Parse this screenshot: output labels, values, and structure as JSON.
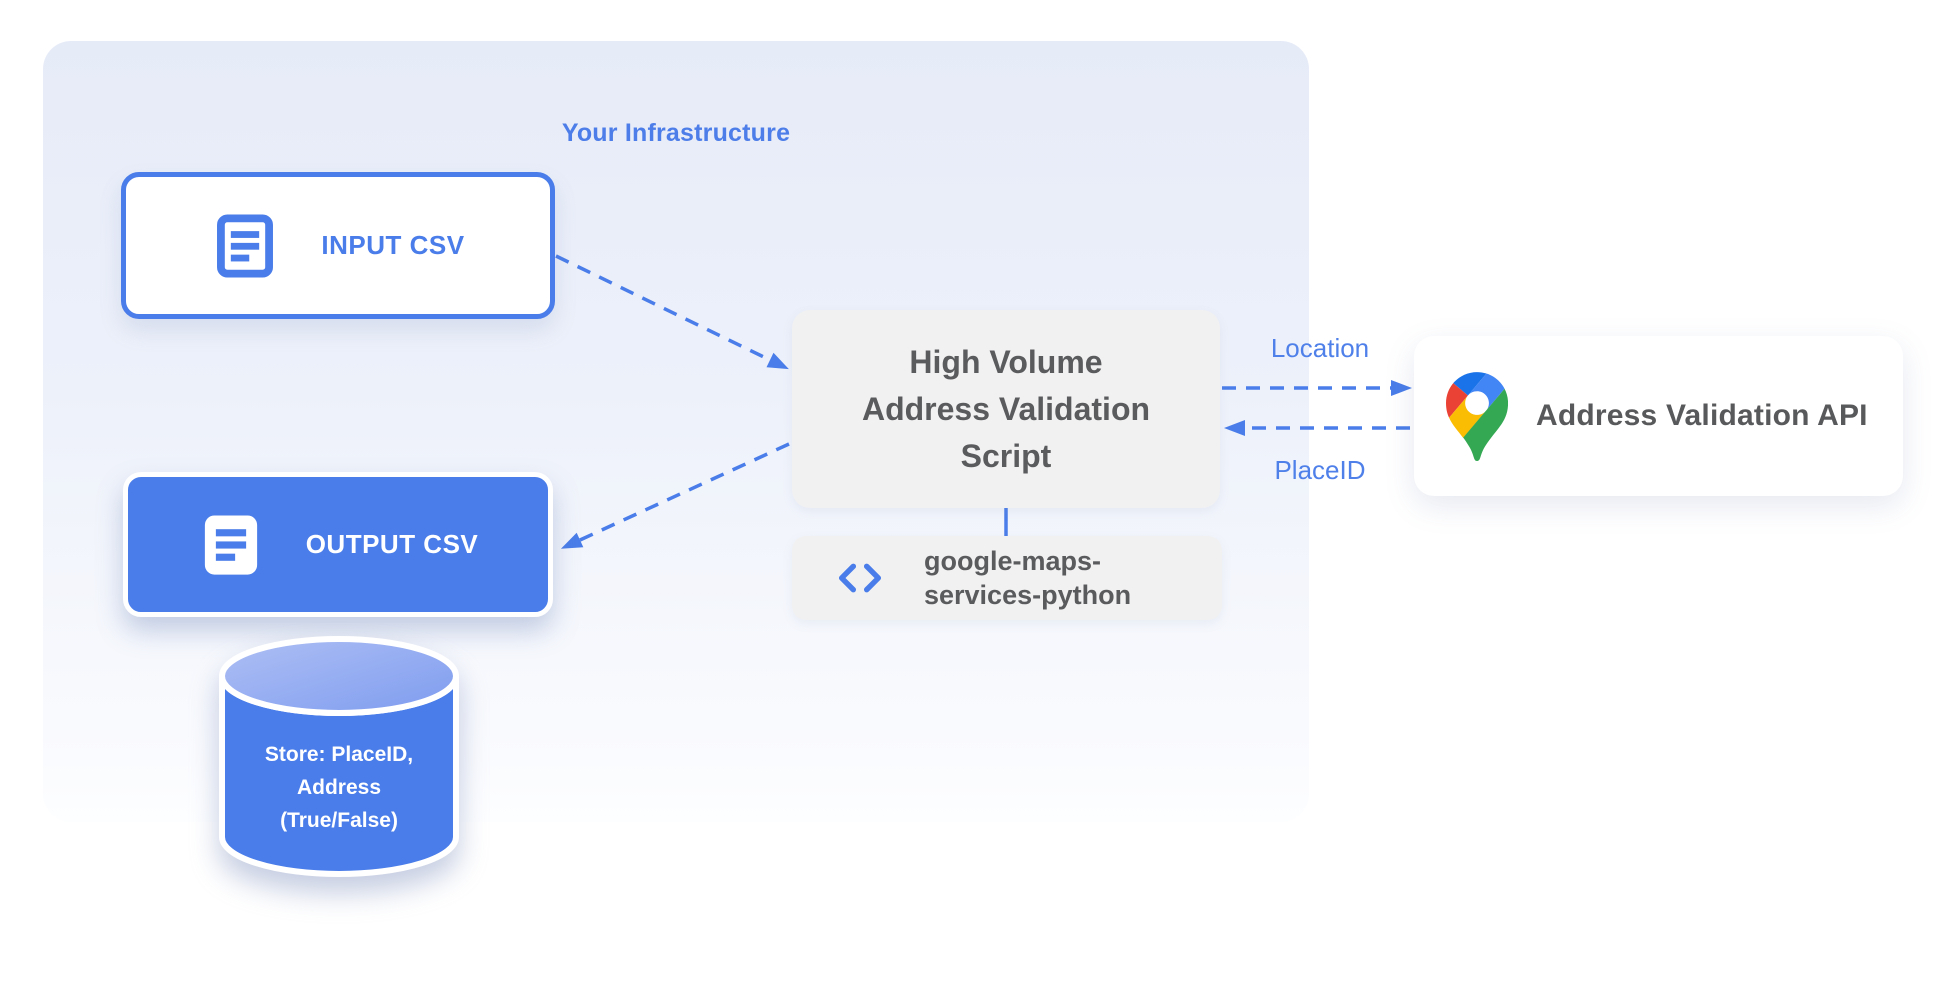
{
  "infrastructure": {
    "title": "Your Infrastructure"
  },
  "nodes": {
    "input_csv": {
      "label": "INPUT CSV"
    },
    "output_csv": {
      "label": "OUTPUT CSV"
    },
    "datastore": {
      "label": "Store: PlaceID,\nAddress\n(True/False)"
    },
    "script": {
      "label": "High Volume\nAddress Validation\nScript"
    },
    "library": {
      "label": "google-maps-\nservices-python"
    },
    "api": {
      "label": "Address Validation API"
    }
  },
  "edges": {
    "location_label": "Location",
    "placeid_label": "PlaceID"
  },
  "icons": {
    "input_csv": "document-icon",
    "output_csv": "document-icon",
    "library": "code-icon",
    "api": "google-maps-pin-icon"
  },
  "colors": {
    "accent_blue": "#4a7de9",
    "label_blue": "#4f80ea",
    "gray_text": "#5a5b5d",
    "gray_box": "#f1f1f2",
    "container_bg_top": "#e6ebf8",
    "container_bg_bottom": "#fdfeff",
    "cylinder_top_light": "#a9bcf3",
    "cylinder_top_dark": "#7e9cef",
    "google_dark_blue": "#1a73e8",
    "google_blue": "#4285f4",
    "google_red": "#ea4335",
    "google_yellow": "#fbbc04",
    "google_green": "#34a853"
  }
}
